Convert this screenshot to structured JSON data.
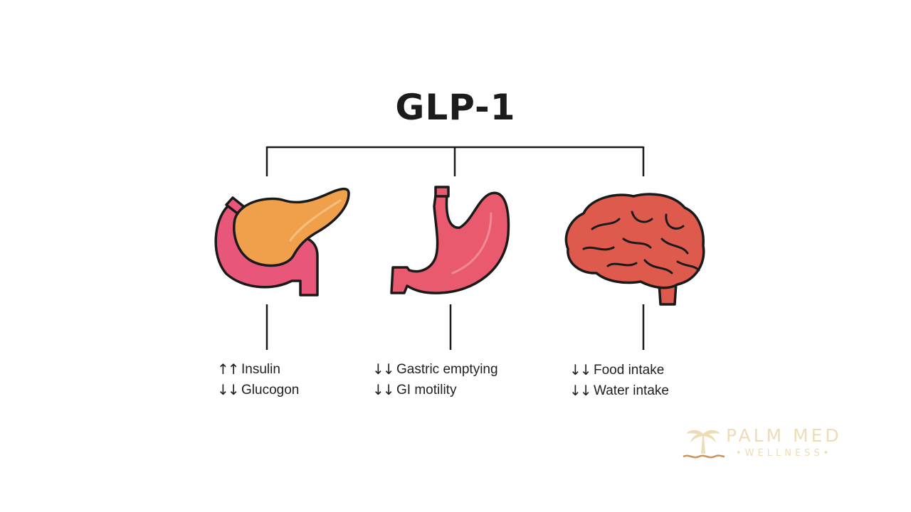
{
  "title": "GLP-1",
  "organs": [
    {
      "name": "pancreas",
      "effects": [
        {
          "arrows": "↑↑",
          "text": "Insulin"
        },
        {
          "arrows": "↓↓",
          "text": "Glucogon"
        }
      ]
    },
    {
      "name": "stomach",
      "effects": [
        {
          "arrows": "↓↓",
          "text": "Gastric emptying"
        },
        {
          "arrows": "↓↓",
          "text": "GI motility"
        }
      ]
    },
    {
      "name": "brain",
      "effects": [
        {
          "arrows": "↓↓",
          "text": "Food intake"
        },
        {
          "arrows": "↓↓",
          "text": "Water intake"
        }
      ]
    }
  ],
  "logo": {
    "brand": "PALM MED",
    "sub": "•WELLNESS•",
    "color": "#eedcb6",
    "wave_color": "#c9935a"
  },
  "colors": {
    "line": "#1a1a1a",
    "pancreas_body": "#f0a04b",
    "duodenum": "#e8577a",
    "stomach": "#e95a6e",
    "brain": "#de5a4c"
  }
}
